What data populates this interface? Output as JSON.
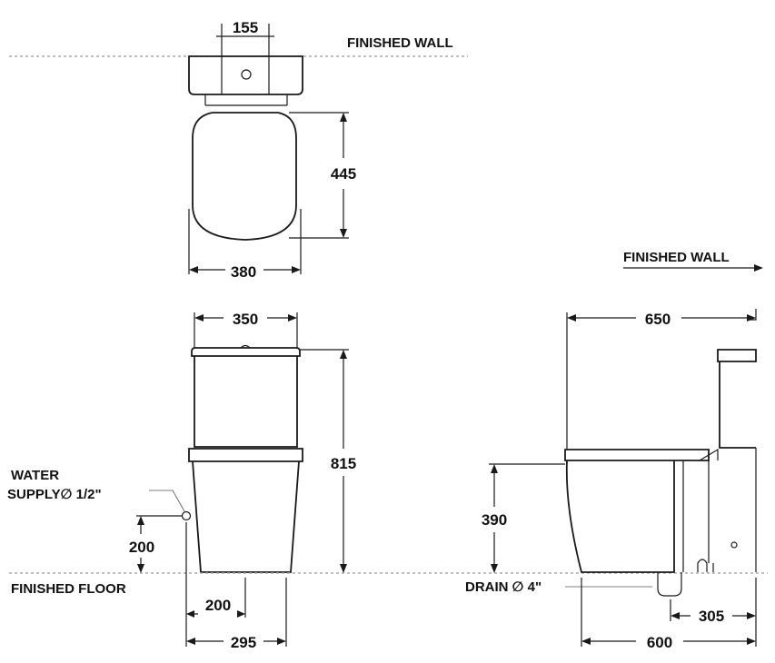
{
  "labels": {
    "finished_wall_top": "FINISHED WALL",
    "finished_wall_side": "FINISHED WALL",
    "finished_floor": "FINISHED FLOOR",
    "water_supply_line1": "WATER",
    "water_supply_line2": "SUPPLY∅ 1/2\"",
    "drain": "DRAIN ∅  4\""
  },
  "dimensions": {
    "top_155": "155",
    "top_445": "445",
    "top_380": "380",
    "front_350": "350",
    "front_815": "815",
    "front_200_height": "200",
    "front_200_width": "200",
    "front_295": "295",
    "side_650": "650",
    "side_390": "390",
    "side_305": "305",
    "side_600": "600"
  }
}
